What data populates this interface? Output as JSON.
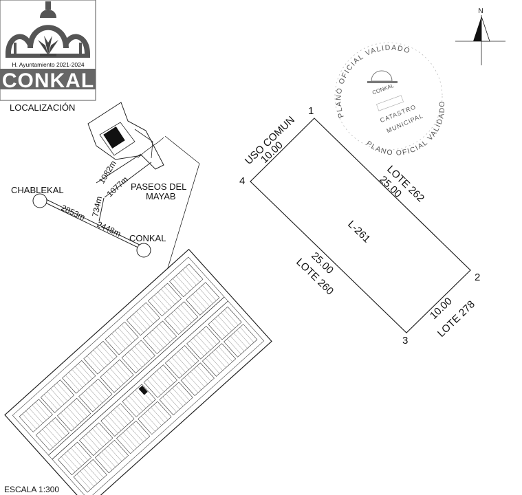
{
  "logo": {
    "subtitle": "H. Ayuntamiento 2021-2024",
    "name": "CONKAL"
  },
  "location": {
    "title": "LOCALIZACIÓN",
    "places": {
      "chablekal": "CHABLEKAL",
      "conkal": "CONKAL",
      "paseos_line1": "PASEOS DEL",
      "paseos_line2": "MAYAB"
    },
    "distances": {
      "chablekal_segment": "2853m",
      "conkal_segment": "2448m",
      "road_a": "734m",
      "road_b": "1082m",
      "road_c": "1077m"
    }
  },
  "lot": {
    "label": "L-261",
    "vertices": [
      "1",
      "2",
      "3",
      "4"
    ],
    "edges": {
      "top": {
        "length": "10.00",
        "neighbor": "USO COMUN"
      },
      "right": {
        "length": "25.00",
        "neighbor": "LOTE 262"
      },
      "bottom": {
        "length": "10.00",
        "neighbor": "LOTE 278"
      },
      "left": {
        "length": "25.00",
        "neighbor": "LOTE 260"
      }
    }
  },
  "stamp": {
    "outer_top": "PLANO OFICIAL VALIDADO",
    "outer_bottom": "PLANO OFICIAL VALIDADO",
    "inner_brand": "CONKAL",
    "inner_line1": "CATASTRO",
    "inner_line2": "MUNICIPAL"
  },
  "north": {
    "label": "N"
  },
  "scale": {
    "label": "ESCALA 1:300"
  }
}
